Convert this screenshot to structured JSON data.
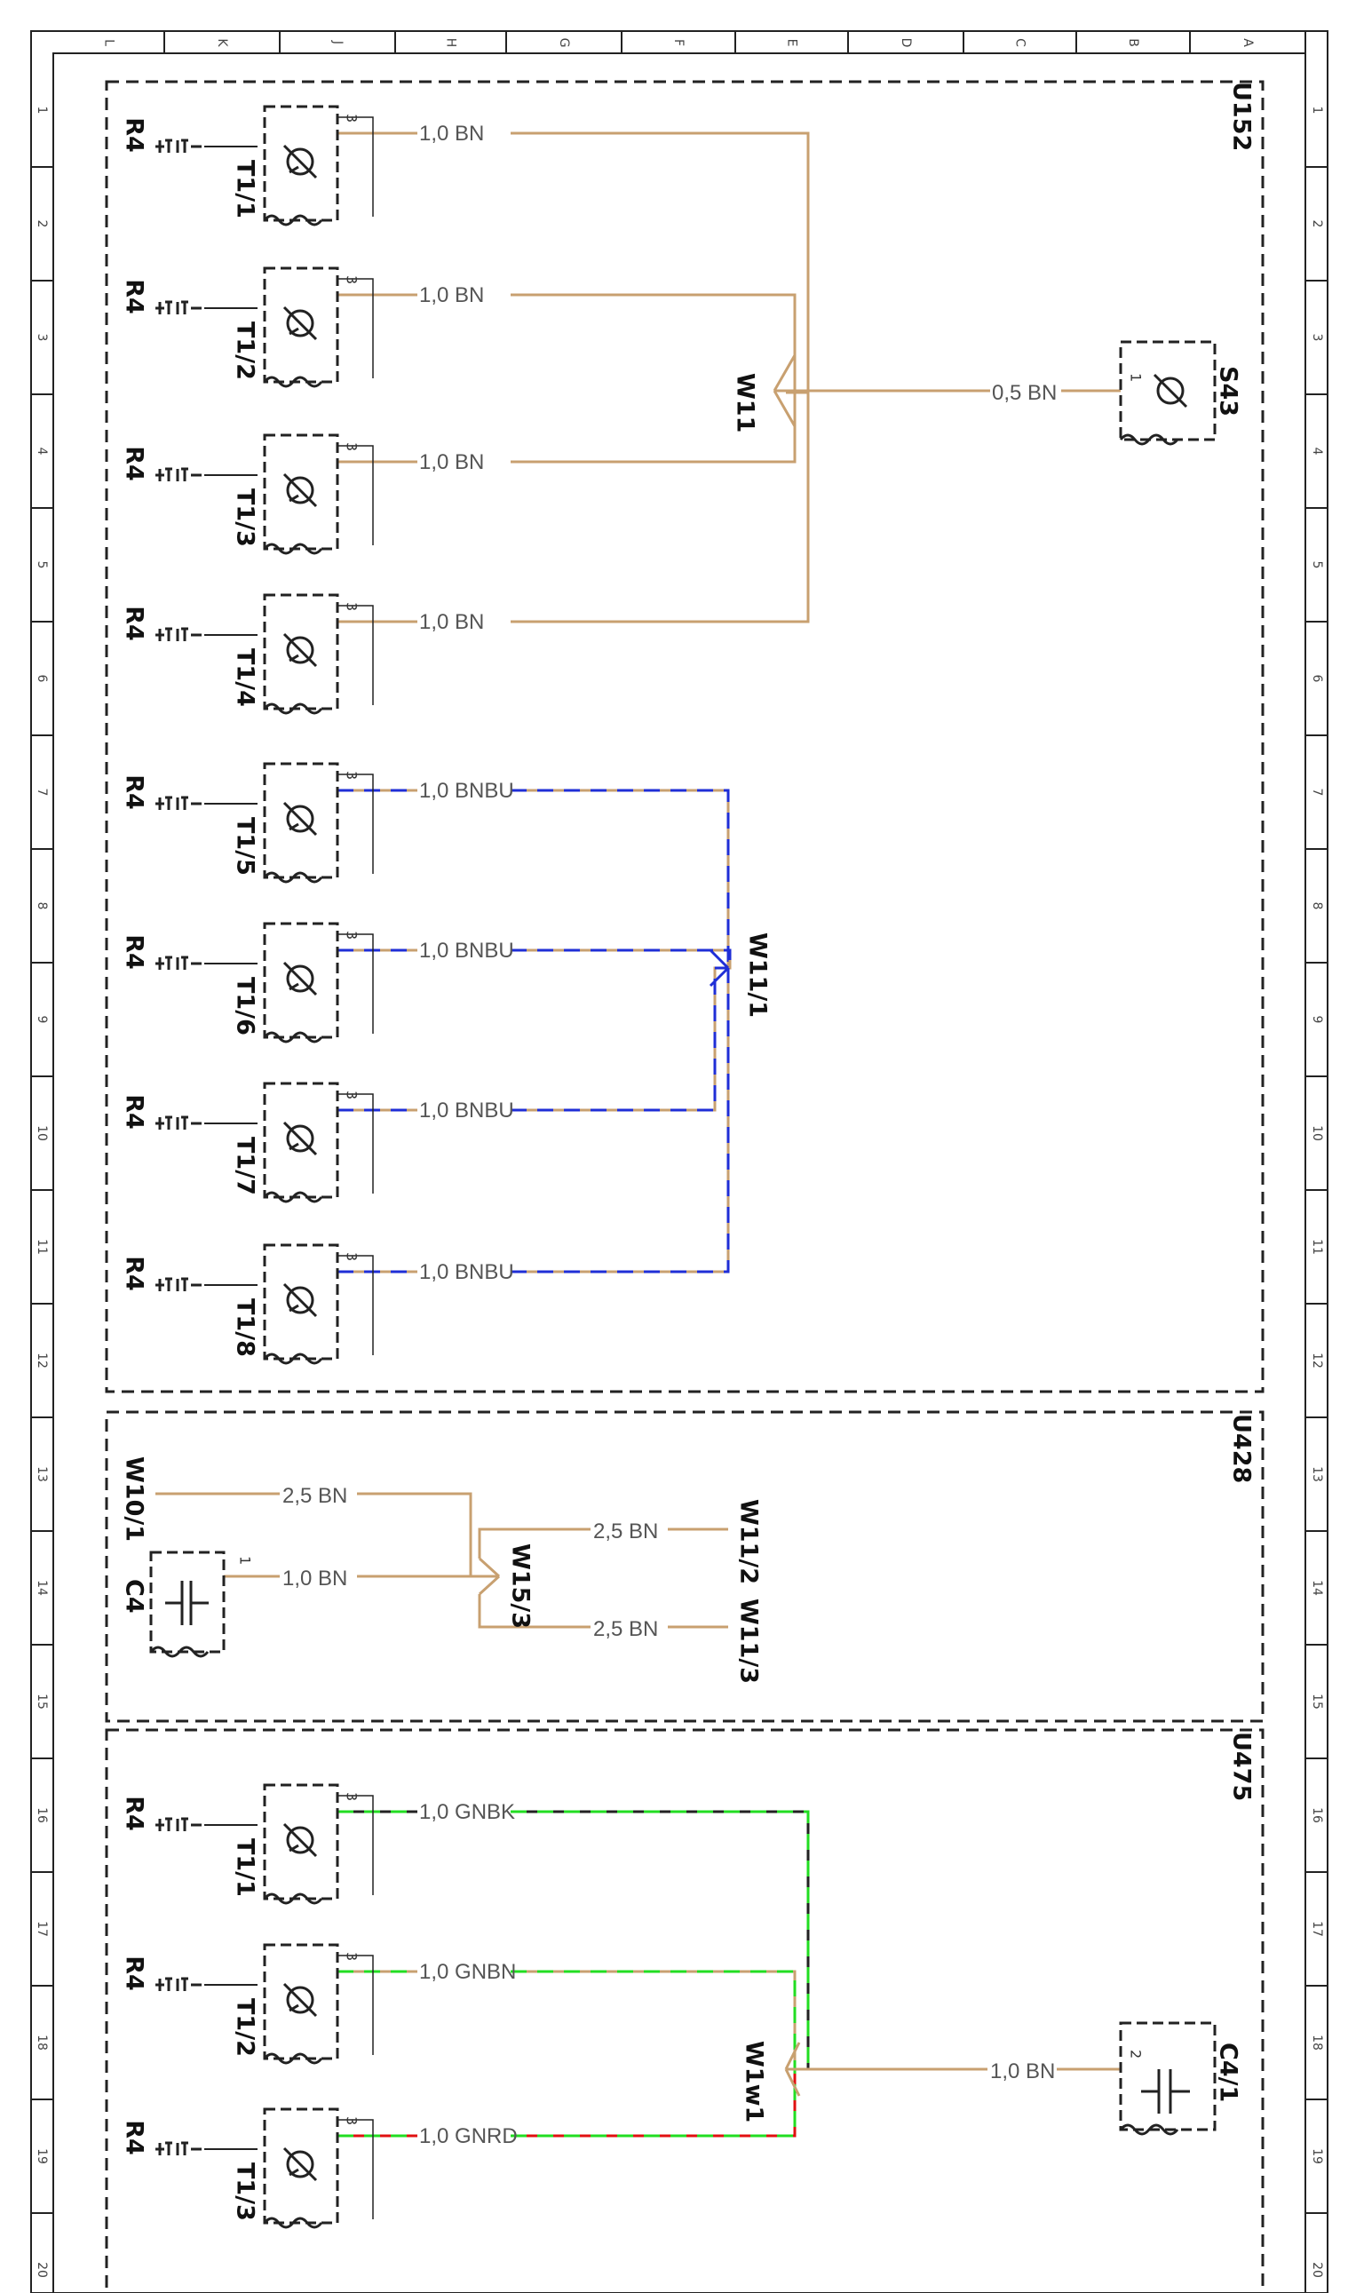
{
  "colors": {
    "BN": "#c8a070",
    "BU": "#1f2ed6",
    "GN": "#22dd22",
    "BK": "#222222",
    "RD": "#e01010",
    "frame": "#222222"
  },
  "grid": {
    "columns": [
      "L",
      "K",
      "J",
      "H",
      "G",
      "F",
      "E",
      "D",
      "C",
      "B",
      "A"
    ],
    "rows": [
      "1",
      "2",
      "3",
      "4",
      "5",
      "6",
      "7",
      "8",
      "9",
      "10",
      "11",
      "12",
      "13",
      "14",
      "15",
      "16",
      "17",
      "18",
      "19",
      "20"
    ]
  },
  "modules": [
    {
      "id": "U152"
    },
    {
      "id": "U428"
    },
    {
      "id": "U475"
    }
  ],
  "labels": {
    "sensor_left": "R4",
    "pin3": "3",
    "pin1": "1",
    "pin2": "2"
  },
  "u152": {
    "sensors": [
      {
        "id": "T1/1",
        "wire": "1,0 BN"
      },
      {
        "id": "T1/2",
        "wire": "1,0 BN"
      },
      {
        "id": "T1/3",
        "wire": "1,0 BN"
      },
      {
        "id": "T1/4",
        "wire": "1,0 BN"
      },
      {
        "id": "T1/5",
        "wire": "1,0 BNBU"
      },
      {
        "id": "T1/6",
        "wire": "1,0 BNBU"
      },
      {
        "id": "T1/7",
        "wire": "1,0 BNBU"
      },
      {
        "id": "T1/8",
        "wire": "1,0 BNBU"
      }
    ],
    "splice_1": "W11",
    "splice_2": "W11/1",
    "s43_wire": "0,5 BN",
    "s43": "S43"
  },
  "u428": {
    "w10": "W10/1",
    "w10_wire": "2,5 BN",
    "c4": "C4",
    "c4_wire": "1,0 BN",
    "splice": "W15/3",
    "out1_wire": "2,5 BN",
    "out1": "W11/2",
    "out2_wire": "2,5 BN",
    "out2": "W11/3"
  },
  "u475": {
    "sensors": [
      {
        "id": "T1/1",
        "wire": "1,0 GNBK"
      },
      {
        "id": "T1/2",
        "wire": "1,0 GNBN"
      },
      {
        "id": "T1/3",
        "wire": "1,0 GNRD"
      }
    ],
    "splice": "W1w1",
    "c4_wire": "1,0 BN",
    "c4": "C4/1"
  }
}
